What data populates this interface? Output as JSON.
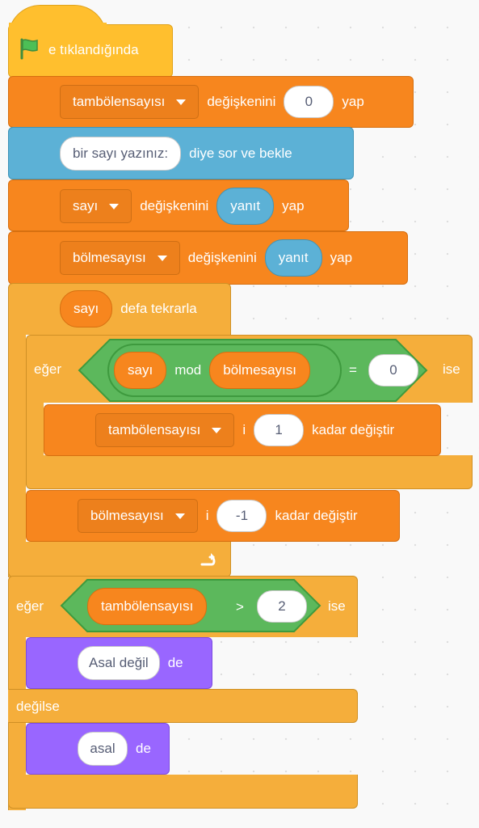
{
  "script": {
    "hat": {
      "label": "e tıklandığında",
      "flag_color": "#4cbf56"
    },
    "set1": {
      "variable": "tambölensayısı",
      "label": "değişkenini",
      "value": "0",
      "yap": "yap"
    },
    "ask": {
      "question": "bir sayı yazınız:",
      "label": "diye sor ve bekle"
    },
    "set2": {
      "variable": "sayı",
      "label": "değişkenini",
      "reporter": "yanıt",
      "yap": "yap"
    },
    "set3": {
      "variable": "bölmesayısı",
      "label": "değişkenini",
      "reporter": "yanıt",
      "yap": "yap"
    },
    "repeat": {
      "reporter": "sayı",
      "label": "defa tekrarla"
    },
    "if1": {
      "eger": "eğer",
      "left": "sayı",
      "mod": "mod",
      "right": "bölmesayısı",
      "op": "=",
      "value": "0",
      "ise": "ise"
    },
    "change1": {
      "variable": "tambölensayısı",
      "i": "i",
      "value": "1",
      "label": "kadar değiştir"
    },
    "change2": {
      "variable": "bölmesayısı",
      "i": "i",
      "value": "-1",
      "label": "kadar değiştir"
    },
    "if2": {
      "eger": "eğer",
      "left": "tambölensayısı",
      "op": ">",
      "value": "2",
      "ise": "ise",
      "else": "değilse"
    },
    "say1": {
      "text": "Asal değil",
      "label": "de"
    },
    "say2": {
      "text": "asal",
      "label": "de"
    }
  },
  "colors": {
    "motion_orange": "#f7861e",
    "sensing_blue": "#5cb1d6",
    "control_yellow": "#f5ae3b",
    "looks_purple": "#9966ff",
    "operator_green": "#5cb85c"
  }
}
